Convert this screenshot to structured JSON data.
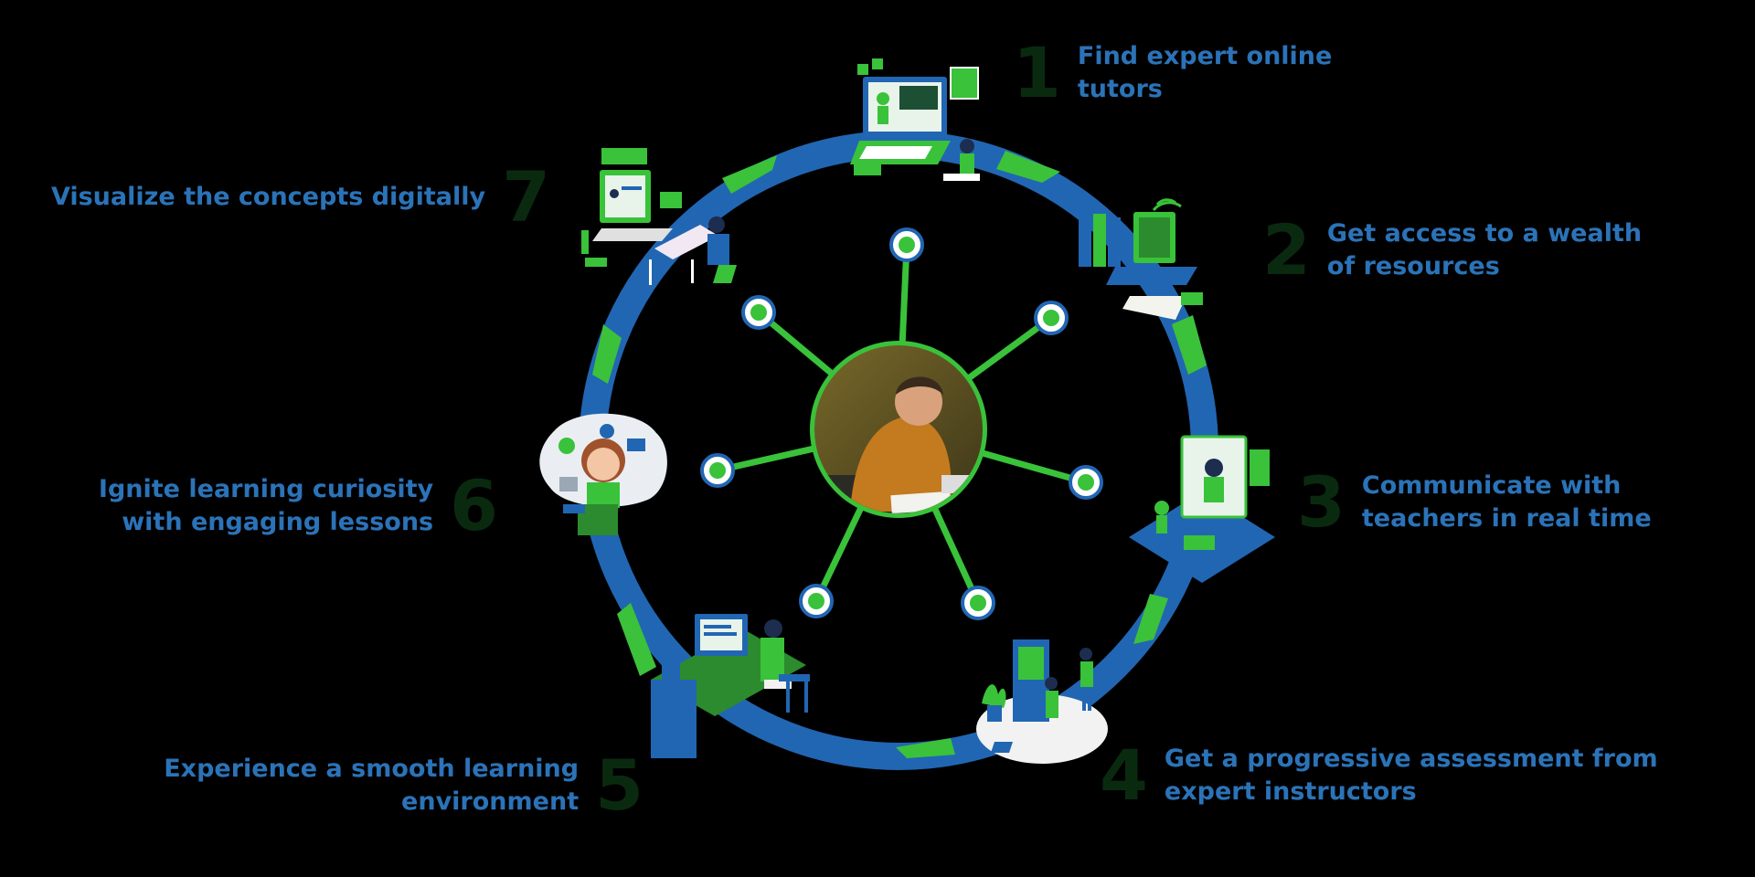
{
  "colors": {
    "background": "#000000",
    "ring_blue": "#2166b3",
    "ring_green": "#3cc13b",
    "label_text": "#2b73b8",
    "step_number": "#0a2a10",
    "hub_green": "#39c23a"
  },
  "center": {
    "image": "person-writing-photo"
  },
  "steps": [
    {
      "number": "1",
      "lines": [
        "Find expert online",
        "tutors"
      ],
      "icon": "online-tutor-laptop-illustration"
    },
    {
      "number": "2",
      "lines": [
        "Get access to a wealth",
        "of resources"
      ],
      "icon": "books-laptop-illustration"
    },
    {
      "number": "3",
      "lines": [
        "Communicate with",
        "teachers in real time"
      ],
      "icon": "video-call-illustration"
    },
    {
      "number": "4",
      "lines": [
        "Get a progressive assessment from",
        "expert instructors"
      ],
      "icon": "assessment-board-illustration"
    },
    {
      "number": "5",
      "lines": [
        "Experience a smooth learning",
        "environment"
      ],
      "icon": "desk-computer-illustration"
    },
    {
      "number": "6",
      "lines": [
        "Ignite learning curiosity",
        "with engaging lessons"
      ],
      "icon": "curious-girl-illustration"
    },
    {
      "number": "7",
      "lines": [
        "Visualize the concepts digitally"
      ],
      "icon": "digital-learning-desk-illustration"
    }
  ]
}
